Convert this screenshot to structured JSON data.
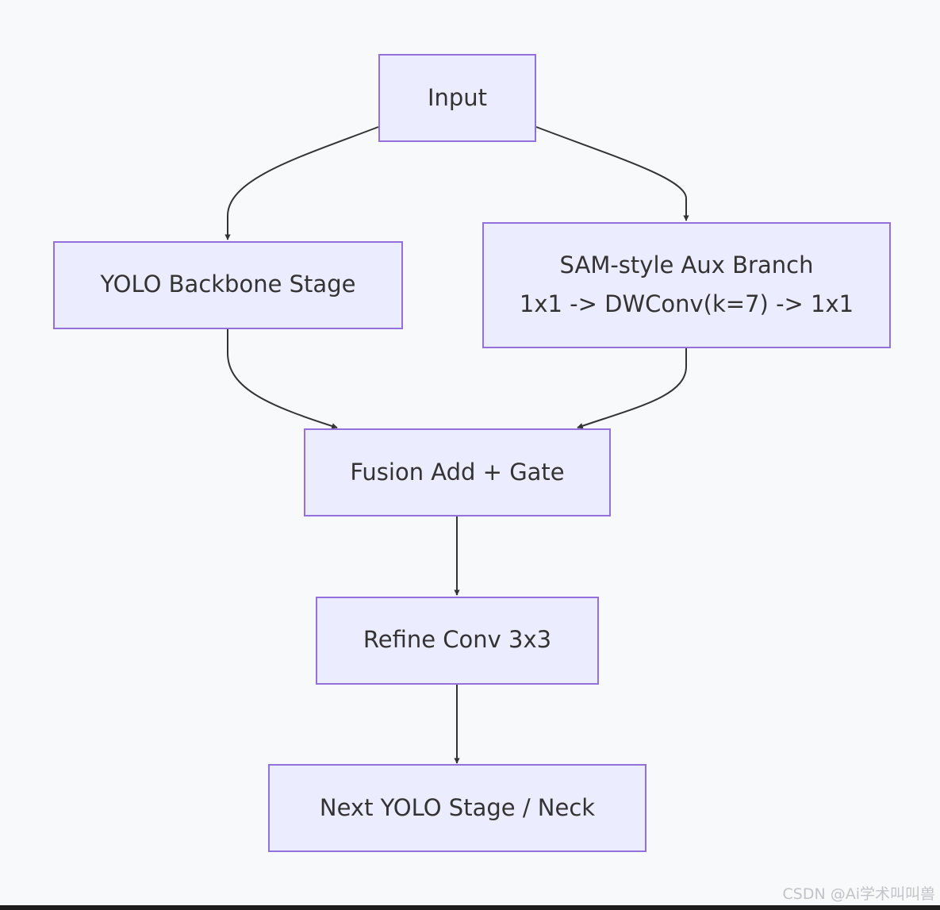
{
  "nodes": {
    "input": {
      "label": "Input"
    },
    "backbone": {
      "label": "YOLO Backbone Stage"
    },
    "aux": {
      "line1": "SAM-style Aux Branch",
      "line2": "1x1 -> DWConv(k=7) -> 1x1"
    },
    "fusion": {
      "label": "Fusion Add + Gate"
    },
    "refine": {
      "label": "Refine Conv 3x3"
    },
    "next": {
      "label": "Next YOLO Stage / Neck"
    }
  },
  "edges": [
    {
      "from": "Input",
      "to": "YOLO Backbone Stage"
    },
    {
      "from": "Input",
      "to": "SAM-style Aux Branch"
    },
    {
      "from": "YOLO Backbone Stage",
      "to": "Fusion Add + Gate"
    },
    {
      "from": "SAM-style Aux Branch",
      "to": "Fusion Add + Gate"
    },
    {
      "from": "Fusion Add + Gate",
      "to": "Refine Conv 3x3"
    },
    {
      "from": "Refine Conv 3x3",
      "to": "Next YOLO Stage / Neck"
    }
  ],
  "watermark": "CSDN @Ai学术叫叫兽",
  "colors": {
    "node_fill": "#ececff",
    "node_stroke": "#9370db",
    "edge": "#333333",
    "background": "#f8f9fb"
  }
}
